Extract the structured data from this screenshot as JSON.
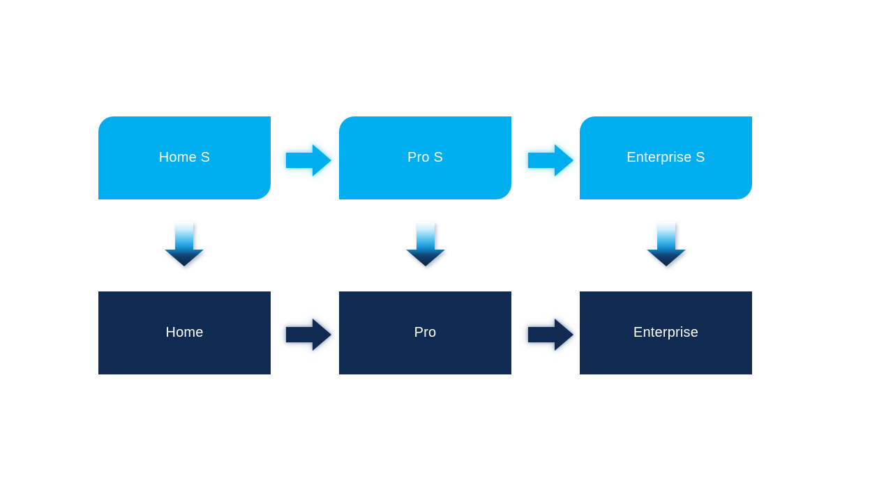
{
  "slide": {
    "background_color": "#FFFFFF",
    "colors": {
      "upgrade_box": "#00AEEF",
      "base_box": "#0F2B52",
      "box_text": "#FFFFFF"
    },
    "icons": {
      "right_arrow": "right-arrow (block arrow glyph)",
      "down_arrow": "down-arrow (block arrow with light-to-dark gradient)"
    },
    "columns": [
      {
        "top_label": "Home S",
        "bottom_label": "Home"
      },
      {
        "top_label": "Pro S",
        "bottom_label": "Pro"
      },
      {
        "top_label": "Enterprise S",
        "bottom_label": "Enterprise"
      }
    ]
  }
}
